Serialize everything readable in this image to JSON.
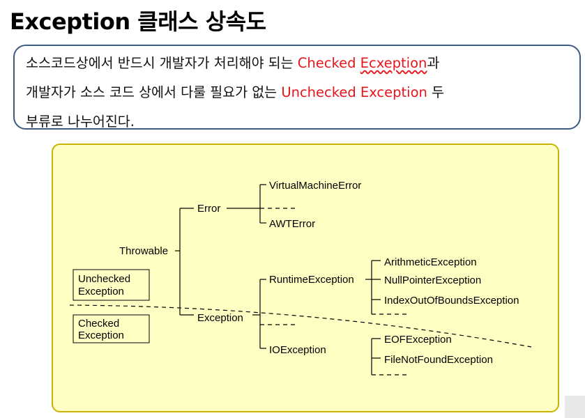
{
  "slide": {
    "title": "Exception 클래스 상속도"
  },
  "callout": {
    "line1_prefix": "소스코드상에서 반드시 개발자가 처리해야 되는 ",
    "line1_highlight_part1": "Checked ",
    "line1_highlight_part2": "Ecxeption",
    "line1_suffix": "과",
    "line2_prefix": "개발자가 소스 코드 상에서 다룰 필요가 없는 ",
    "line2_highlight": "Unchecked Exception",
    "line2_suffix": " 두",
    "line3": "부류로 나누어진다."
  },
  "diagram": {
    "root": "Throwable",
    "error": "Error",
    "exception": "Exception",
    "error_children": [
      "VirtualMachineError",
      "AWTError"
    ],
    "runtime": "RuntimeException",
    "ioexception": "IOException",
    "runtime_children": [
      "ArithmeticException",
      "NullPointerException",
      "IndexOutOfBoundsException"
    ],
    "io_children": [
      "EOFException",
      "FileNotFoundException"
    ],
    "legend_unchecked": [
      "Unchecked",
      "Exception"
    ],
    "legend_checked": [
      "Checked",
      "Exception"
    ]
  },
  "colors": {
    "highlight": "#e8141b",
    "panel_bg": "#ffffc3",
    "panel_border": "#c8b400",
    "callout_border": "#3d5a80"
  }
}
